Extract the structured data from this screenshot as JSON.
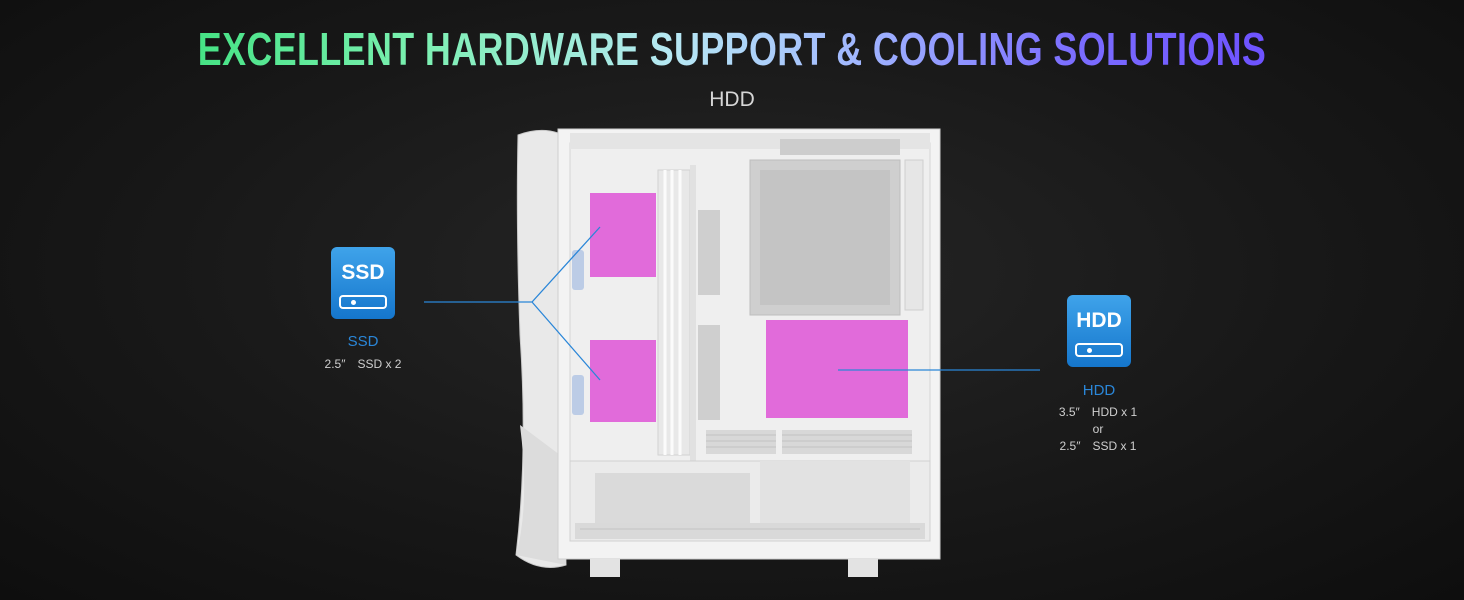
{
  "headline": "EXCELLENT HARDWARE SUPPORT & COOLING SOLUTIONS",
  "subheading": "HDD",
  "ssd_callout": {
    "icon_text": "SSD",
    "title": "SSD",
    "spec": "2.5″　SSD x 2"
  },
  "hdd_callout": {
    "icon_text": "HDD",
    "title": "HDD",
    "spec_line1": "3.5″　HDD x 1",
    "spec_or": "or",
    "spec_line2": "2.5″　SSD x 1"
  },
  "colors": {
    "highlight": "#e060d8",
    "callout_line": "#2a86d8",
    "icon_blue": "#1d86d6"
  }
}
